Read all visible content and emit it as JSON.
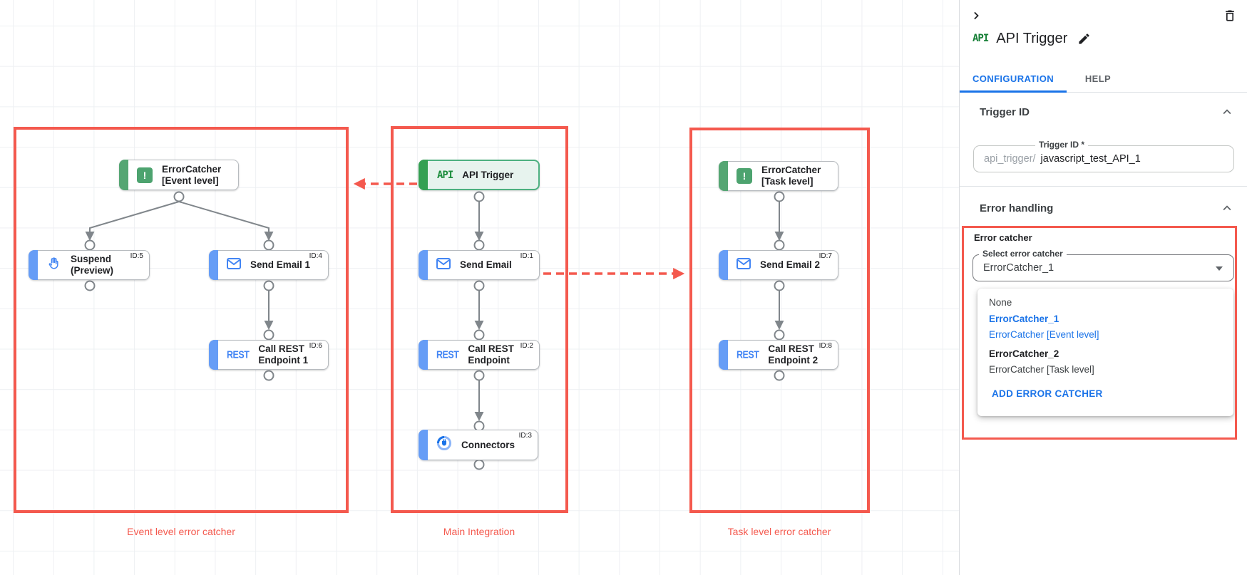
{
  "colors": {
    "annotation_red": "#f4594e",
    "alert_dot_red": "#d21f1f",
    "task_accent_blue": "#669df6",
    "trigger_accent_green": "#34a053",
    "link_blue": "#1a73e8",
    "connector_gray": "#80868b"
  },
  "canvas": {
    "groups": [
      {
        "label": "Event level error catcher"
      },
      {
        "label": "Main Integration"
      },
      {
        "label": "Task level error catcher"
      }
    ],
    "icons": {
      "api": "API",
      "rest": "REST",
      "error_mark": "!"
    },
    "nodes": {
      "ec_event": {
        "title": "ErrorCatcher\n[Event level]"
      },
      "suspend": {
        "title": "Suspend\n(Preview)",
        "task_id": "ID:5"
      },
      "send_email_1": {
        "title": "Send Email 1",
        "task_id": "ID:4"
      },
      "call_rest_1": {
        "title": "Call REST\nEndpoint 1",
        "task_id": "ID:6"
      },
      "api_trigger": {
        "title": "API Trigger"
      },
      "send_email": {
        "title": "Send Email",
        "task_id": "ID:1"
      },
      "call_rest": {
        "title": "Call REST\nEndpoint",
        "task_id": "ID:2"
      },
      "connectors": {
        "title": "Connectors",
        "task_id": "ID:3"
      },
      "ec_task": {
        "title": "ErrorCatcher\n[Task level]"
      },
      "send_email_2": {
        "title": "Send Email 2",
        "task_id": "ID:7"
      },
      "call_rest_2": {
        "title": "Call REST\nEndpoint 2",
        "task_id": "ID:8"
      }
    }
  },
  "panel": {
    "badge": "API",
    "title": "API Trigger",
    "tabs": {
      "configuration": "CONFIGURATION",
      "help": "HELP"
    },
    "trigger_section": {
      "heading": "Trigger ID",
      "field_label": "Trigger ID *",
      "prefix": "api_trigger/",
      "value": "javascript_test_API_1"
    },
    "error_section": {
      "heading": "Error handling",
      "group_label": "Error catcher",
      "select_label": "Select error catcher",
      "select_value": "ErrorCatcher_1",
      "menu": {
        "none": "None",
        "ec1_name": "ErrorCatcher_1",
        "ec1_desc": "ErrorCatcher [Event level]",
        "ec2_name": "ErrorCatcher_2",
        "ec2_desc": "ErrorCatcher [Task level]",
        "add_label": "ADD ERROR CATCHER"
      }
    }
  }
}
